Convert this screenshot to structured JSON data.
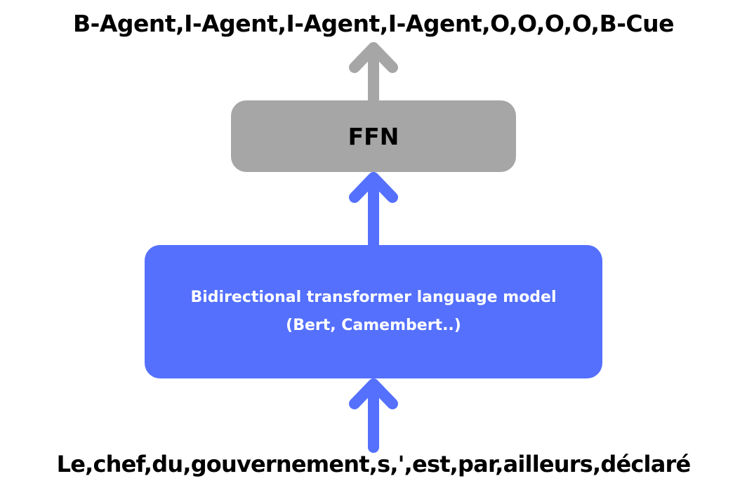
{
  "output_labels": "B-Agent,I-Agent,I-Agent,I-Agent,O,O,O,O,B-Cue",
  "ffn": {
    "label": "FFN",
    "color": "#a6a6a6"
  },
  "language_model": {
    "line1": "Bidirectional transformer language model",
    "line2": "(Bert, Camembert..)",
    "color": "#5470fd"
  },
  "input_tokens": "Le,chef,du,gouvernement,s,',est,par,ailleurs,déclaré",
  "arrows": {
    "top_color": "#a6a6a6",
    "lower_color": "#5470fd"
  }
}
